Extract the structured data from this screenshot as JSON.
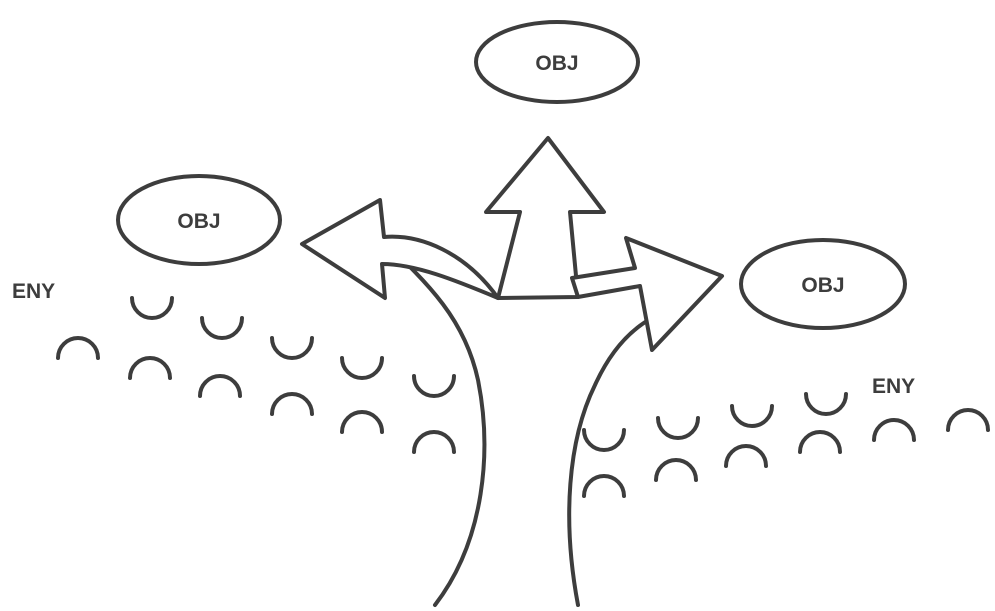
{
  "objectives": [
    {
      "label": "OBJ"
    },
    {
      "label": "OBJ"
    },
    {
      "label": "OBJ"
    }
  ],
  "enemy_labels": [
    {
      "label": "ENY"
    },
    {
      "label": "ENY"
    }
  ],
  "colors": {
    "stroke": "#3d3d3d",
    "background": "#ffffff"
  }
}
